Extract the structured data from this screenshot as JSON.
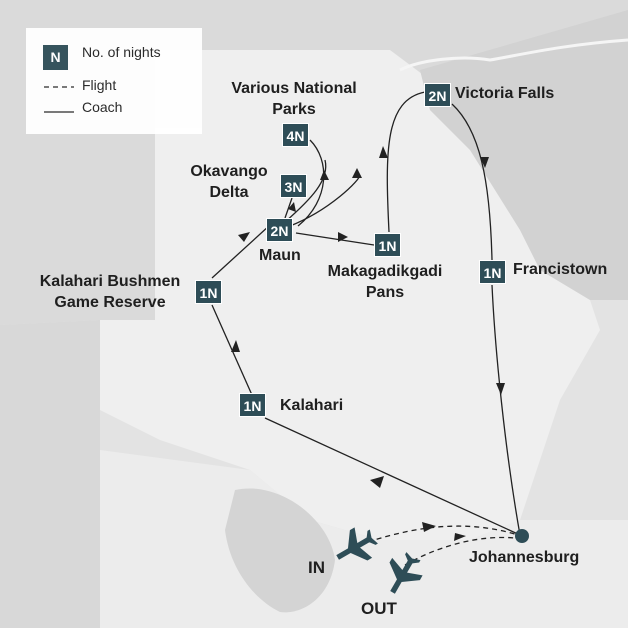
{
  "legend": {
    "badge_letter": "N",
    "nights_label": "No. of nights",
    "flight_label": "Flight",
    "coach_label": "Coach"
  },
  "stops": [
    {
      "id": "victoria-falls",
      "nights": "2N",
      "name": "Victoria Falls"
    },
    {
      "id": "various-parks",
      "nights": "4N",
      "name_line1": "Various National",
      "name_line2": "Parks"
    },
    {
      "id": "okavango",
      "nights": "3N",
      "name_line1": "Okavango",
      "name_line2": "Delta"
    },
    {
      "id": "maun",
      "nights": "2N",
      "name": "Maun"
    },
    {
      "id": "makgadikgadi",
      "nights": "1N",
      "name_line1": "Makagadikgadi",
      "name_line2": "Pans"
    },
    {
      "id": "francistown",
      "nights": "1N",
      "name": "Francistown"
    },
    {
      "id": "kalahari-bushmen",
      "nights": "1N",
      "name_line1": "Kalahari Bushmen",
      "name_line2": "Game Reserve"
    },
    {
      "id": "kalahari",
      "nights": "1N",
      "name": "Kalahari"
    }
  ],
  "johannesburg": "Johannesburg",
  "flights": {
    "in_label": "IN",
    "out_label": "OUT"
  },
  "colors": {
    "background": "#e3e3e3",
    "land_light": "#efefef",
    "land_dark": "#cfcfcf",
    "node": "#2e4d57",
    "route": "#222222",
    "icon": "#2e4d57"
  },
  "icons": [
    "airplane-icon",
    "airplane-icon"
  ]
}
